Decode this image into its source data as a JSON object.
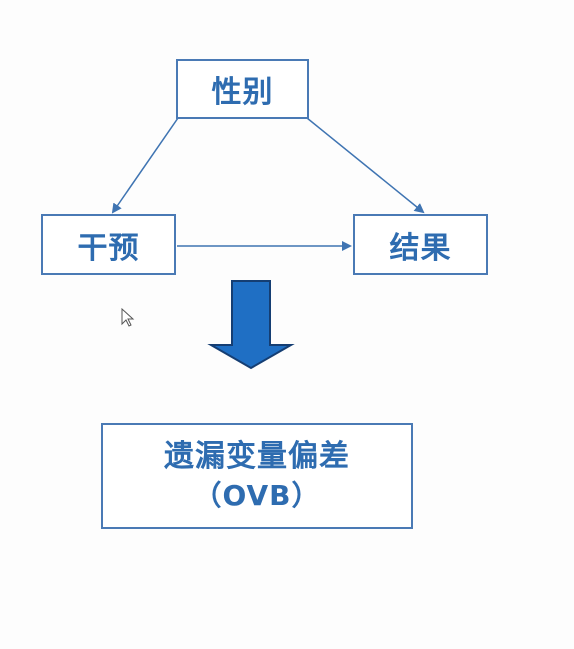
{
  "diagram": {
    "nodes": {
      "gender": "性别",
      "treatment": "干预",
      "outcome": "结果"
    },
    "conclusion": {
      "line1": "遗漏变量偏差",
      "line2": "（OVB）"
    },
    "colors": {
      "text": "#2e6cb0",
      "border": "#4a7ab5",
      "arrow": "#3f74b2",
      "big_arrow_fill": "#1f6fc4",
      "big_arrow_stroke": "#153e73"
    }
  }
}
